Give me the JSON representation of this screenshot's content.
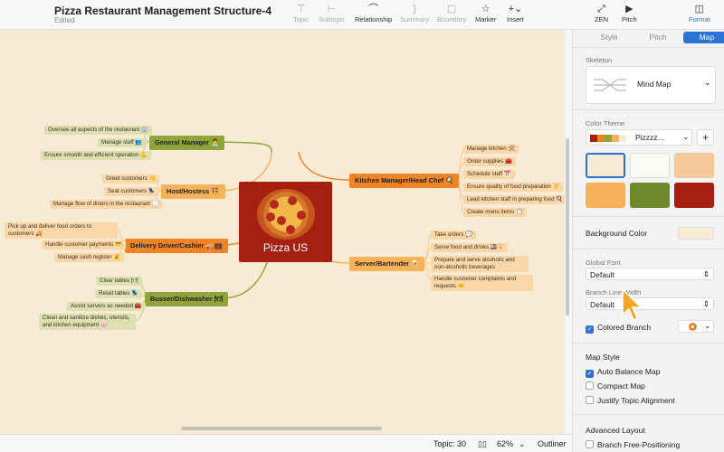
{
  "window": {
    "title": "Pizza Restaurant Management Structure-4",
    "subtitle": "Edited"
  },
  "toolbar": {
    "topic": "Topic",
    "subtopic": "Subtopic",
    "relationship": "Relationship",
    "summary": "Summary",
    "boundary": "Boundary",
    "marker": "Marker",
    "insert": "Insert",
    "zen": "ZEN",
    "pitch": "Pitch",
    "format": "Format"
  },
  "map": {
    "central": "Pizza US",
    "general_manager": "General Manager 👨‍💼",
    "gm_items": [
      "Oversee all aspects of the restaurant 🏢",
      "Manage staff 👥",
      "Ensure smooth and efficient operation 💪"
    ],
    "host": "Host/Hostess 👯",
    "host_items": [
      "Greet customers 👋",
      "Seat customers 💺",
      "Manage flow of diners in the restaurant 🧾"
    ],
    "delivery": "Delivery Driver/Cashier 🚚💼",
    "delivery_items": [
      "Pick up and deliver food orders to customers 🚚",
      "Handle customer payments 💳",
      "Manage cash register 💰"
    ],
    "busser": "Busser/Dishwasher 🍽",
    "busser_items": [
      "Clear tables 🍽",
      "Reset tables 💺",
      "Assist servers as needed 🧰",
      "Clean and sanitize dishes, utensils, and kitchen equipment 🧼"
    ],
    "chef": "Kitchen Manager/Head Chef 🍳",
    "chef_items": [
      "Manage kitchen 🛠",
      "Order supplies 🧰",
      "Schedule staff 📅",
      "Ensure quality of food preparation 👌",
      "Lead kitchen staff in preparing food 🍳",
      "Create menu items 📋"
    ],
    "server": "Server/Bartender 🍺",
    "server_items": [
      "Take orders 💬",
      "Serve food and drinks 🍱🍹",
      "Prepare and serve alcoholic and non-alcoholic beverages 🍸",
      "Handle customer complaints and requests 🤝"
    ]
  },
  "status": {
    "topic_count": "Topic: 30",
    "zoom": "62%",
    "outliner": "Outliner"
  },
  "panel": {
    "tabs": [
      "Style",
      "Pitch",
      "Map"
    ],
    "skeleton_label": "Skeleton",
    "skeleton_value": "Mind Map",
    "color_theme_label": "Color Theme",
    "color_theme_value": "Pizzzz...",
    "background_color_label": "Background Color",
    "global_font_label": "Global Font",
    "global_font_value": "Default",
    "branch_line_width_label": "Branch Line Width",
    "branch_line_width_value": "Default",
    "colored_branch": "Colored Branch",
    "map_style_label": "Map Style",
    "auto_balance": "Auto Balance Map",
    "compact_map": "Compact Map",
    "justify": "Justify Topic Alignment",
    "advanced_layout_label": "Advanced Layout",
    "free_positioning": "Branch Free-Positioning"
  },
  "colors": {
    "canvas_bg": "#f7ebd5",
    "central": "#a62012",
    "accent": "#2b74d6",
    "green": "#8fa43a",
    "orange": "#f08424",
    "peach": "#f5b25a"
  }
}
